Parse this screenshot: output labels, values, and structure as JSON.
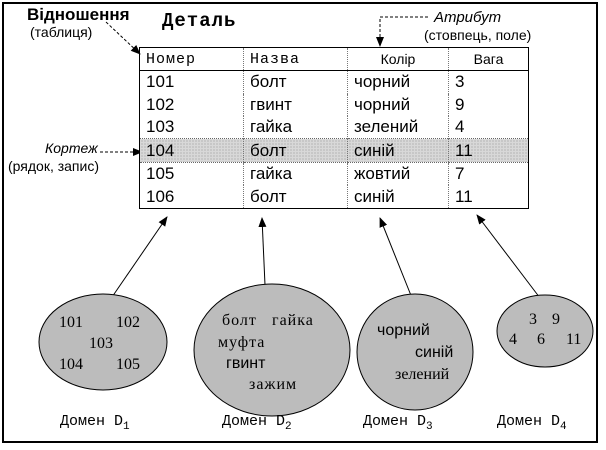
{
  "relation_label": "Відношення",
  "relation_sub": "(таблиця)",
  "table_title": "Деталь",
  "attribute_label": "Атрибут",
  "attribute_sub": "(стовпець, поле)",
  "tuple_label": "Кортеж",
  "tuple_sub": "(рядок, запис)",
  "columns": [
    "Номер",
    "Назва",
    "Колір",
    "Вага"
  ],
  "rows": [
    [
      "101",
      "болт",
      "чорний",
      "3"
    ],
    [
      "102",
      "гвинт",
      "чорний",
      "9"
    ],
    [
      "103",
      "гайка",
      "зелений",
      "4"
    ],
    [
      "104",
      "болт",
      "синій",
      "11"
    ],
    [
      "105",
      "гайка",
      "жовтий",
      "7"
    ],
    [
      "106",
      "болт",
      "синій",
      "11"
    ]
  ],
  "domains": [
    {
      "label": "Домен",
      "sub": "1",
      "values": [
        "101",
        "102",
        "103",
        "104",
        "105"
      ]
    },
    {
      "label": "Домен",
      "sub": "2",
      "values": [
        "болт",
        "гайка",
        "муфта",
        "гвинт",
        "зажим"
      ]
    },
    {
      "label": "Домен",
      "sub": "3",
      "values": [
        "чорний",
        "синій",
        "зелений"
      ]
    },
    {
      "label": "Домен",
      "sub": "4",
      "values": [
        "3",
        "9",
        "4",
        "6",
        "11"
      ]
    }
  ],
  "domain_letter": "D",
  "colors": {
    "domain_fill": "#bcbcbc",
    "line": "#000000"
  }
}
